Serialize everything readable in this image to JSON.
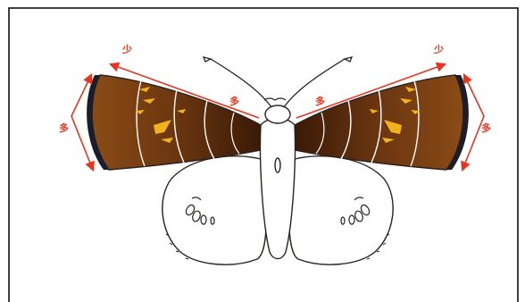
{
  "annotations": {
    "few_left": "少",
    "few_right": "少",
    "many_left_edge": "多",
    "many_right_edge": "多",
    "many_left_inner": "多",
    "many_right_inner": "多"
  },
  "colors": {
    "arrow": "#e8351f",
    "wing_outer": "#8a4b16",
    "wing_mid": "#5c2e0c",
    "wing_inner": "#3a1a06",
    "spots": "#f2b21c",
    "margin": "#1b1d2a",
    "outline": "#2a2020"
  }
}
